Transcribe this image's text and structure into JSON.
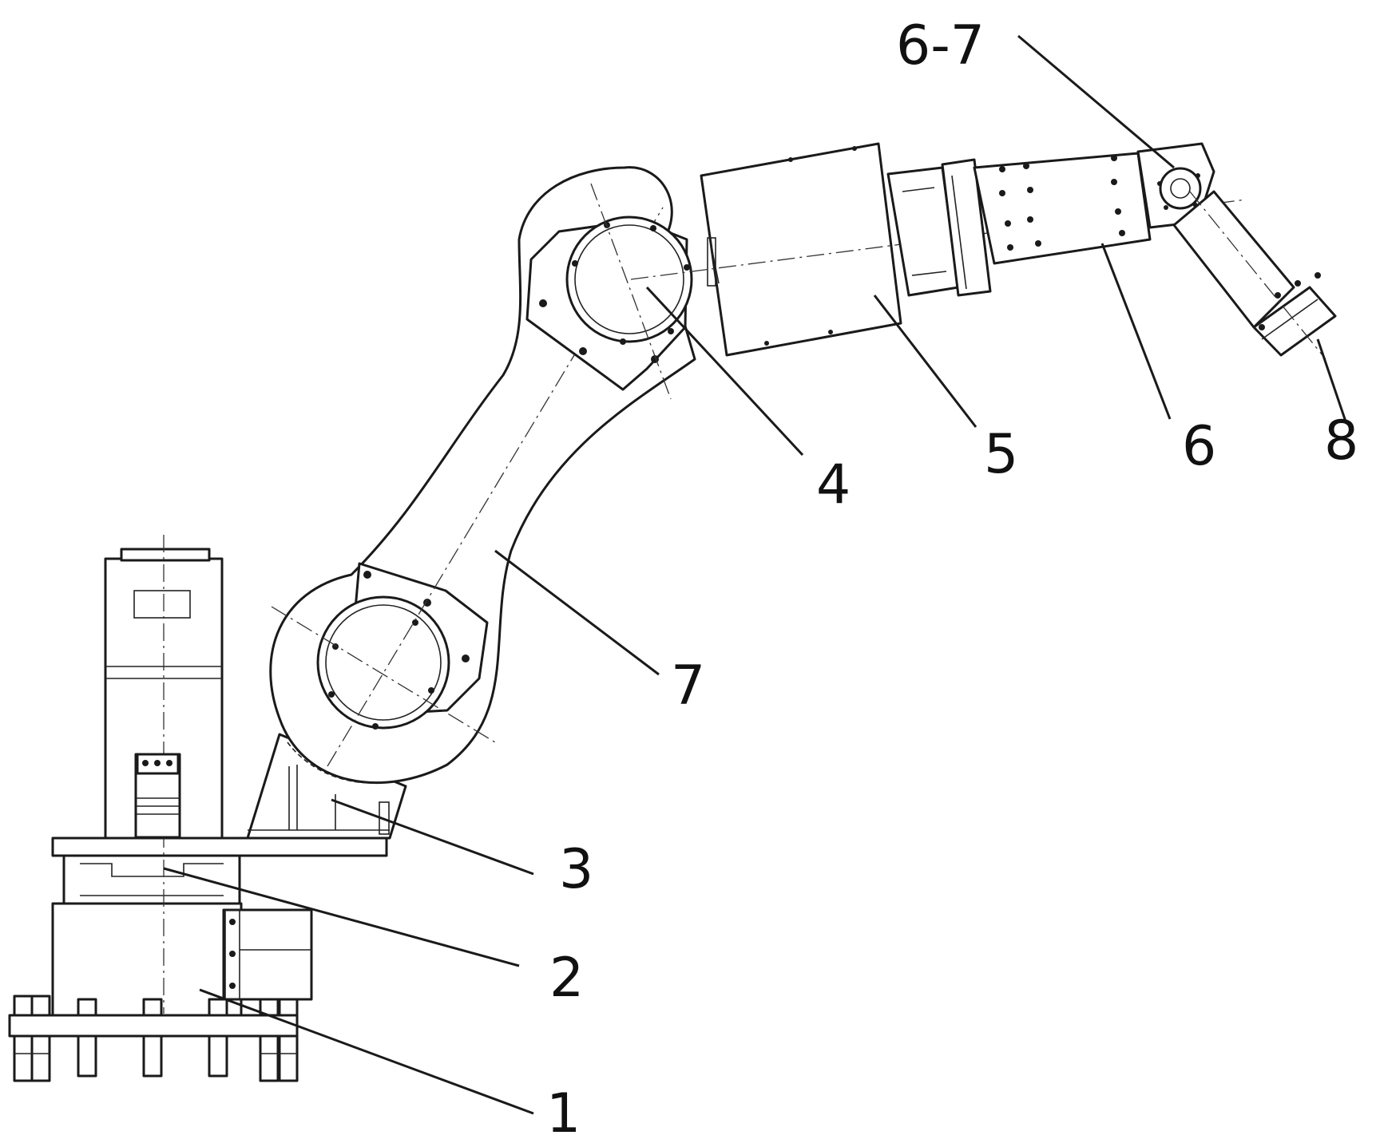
{
  "labels": {
    "l1": "1",
    "l2": "2",
    "l3": "3",
    "l4": "4",
    "l5": "5",
    "l6": "6",
    "l67": "6-7",
    "l7": "7",
    "l8": "8"
  }
}
